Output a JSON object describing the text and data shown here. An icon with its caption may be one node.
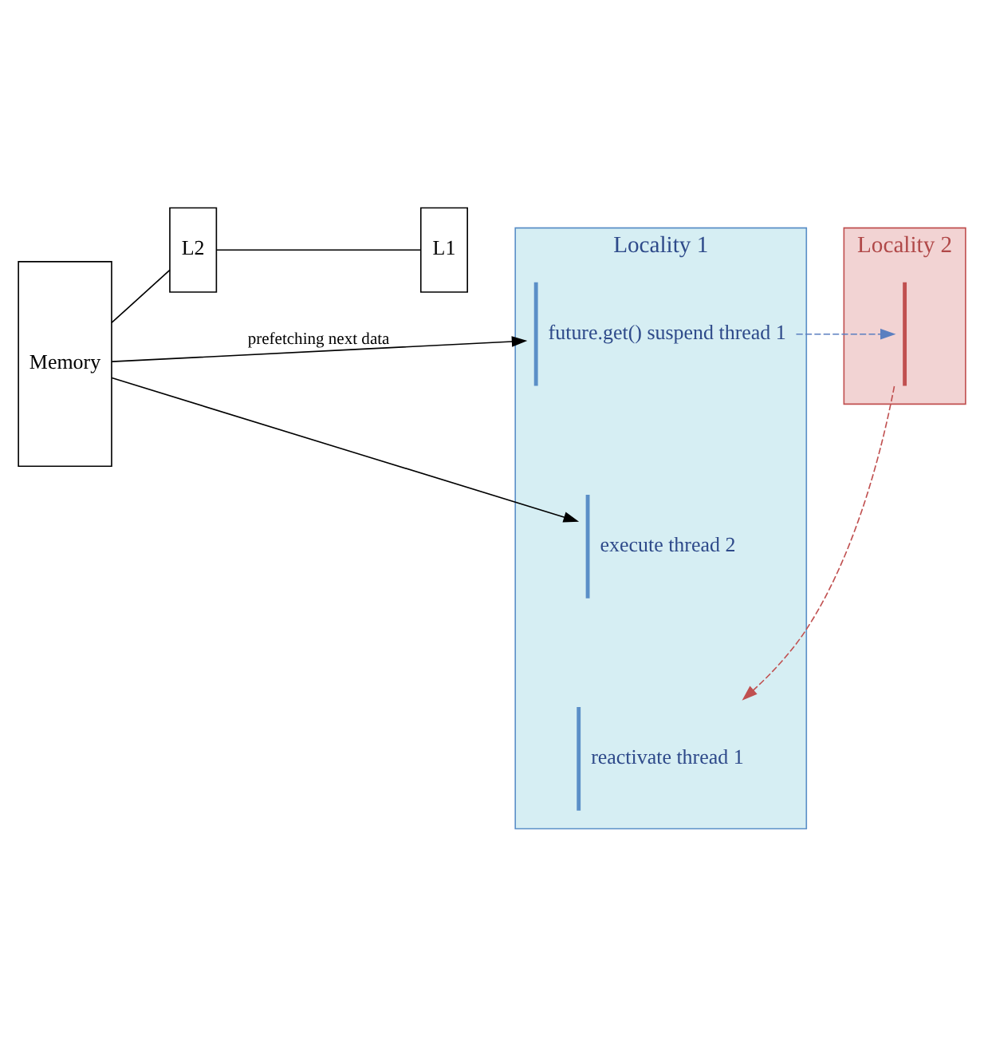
{
  "diagram": {
    "nodes": [
      {
        "text": [
          "Memory"
        ]
      },
      {
        "text": [
          "L2"
        ]
      },
      {
        "text": [
          "L1"
        ]
      },
      {
        "text": [
          "Locality 1"
        ]
      },
      {
        "text": [],
        "shape": "line",
        "in": 3,
        "beside": [
          "future.get() suspend thread 1"
        ]
      },
      {
        "text": [],
        "shape": "line",
        "in": 3,
        "beside": [
          "execute thread 2"
        ]
      },
      {
        "text": [],
        "shape": "line",
        "in": 3,
        "beside": [
          "reactivate thread 1"
        ]
      },
      {
        "text": [
          "Locality 2"
        ]
      },
      {
        "text": [],
        "shape": "line",
        "in": 7
      }
    ],
    "edges": [
      {
        "from": 0,
        "to": 1,
        "arrow": "none"
      },
      {
        "from": 1,
        "to": 2,
        "arrow": "none"
      },
      {
        "from": 0,
        "to": 4,
        "arrow": "to",
        "label": "prefetching next data"
      },
      {
        "from": 0,
        "to": 5,
        "arrow": "to"
      },
      {
        "from": 4,
        "to": 8,
        "arrow": "to",
        "style": "dashed",
        "color": "#5b7fc0"
      },
      {
        "from": 8,
        "to": 6,
        "arrow": "to",
        "style": "dashed",
        "color": "#c05050"
      }
    ]
  }
}
